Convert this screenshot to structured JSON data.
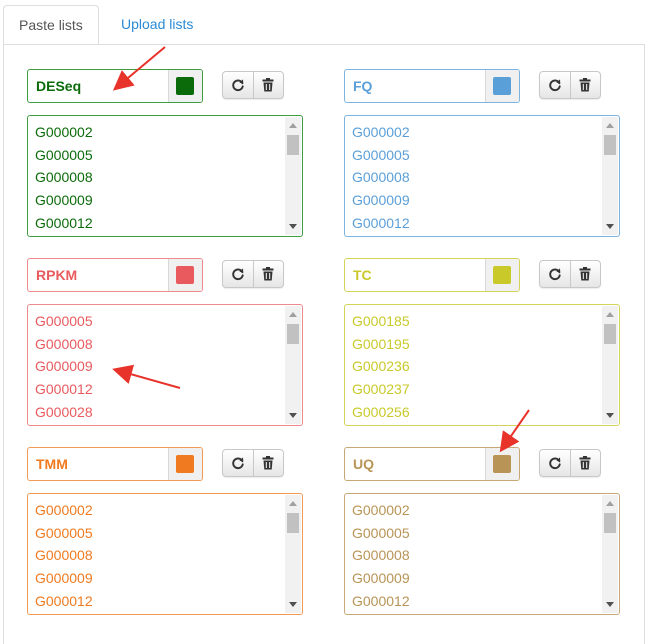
{
  "tabs": [
    {
      "label": "Paste lists",
      "active": true
    },
    {
      "label": "Upload lists",
      "active": false
    }
  ],
  "buttons": {
    "refresh_icon": "refresh-icon",
    "trash_icon": "trash-icon"
  },
  "lists": [
    {
      "name": "DESeq",
      "color": "#0b6b0b",
      "border": "#3f9c3f",
      "genes": [
        "G000002",
        "G000005",
        "G000008",
        "G000009",
        "G000012"
      ]
    },
    {
      "name": "FQ",
      "color": "#5b9fd8",
      "border": "#7db3e0",
      "genes": [
        "G000002",
        "G000005",
        "G000008",
        "G000009",
        "G000012"
      ]
    },
    {
      "name": "RPKM",
      "color": "#e85a5e",
      "border": "#ee8a8c",
      "genes": [
        "G000005",
        "G000008",
        "G000009",
        "G000012",
        "G000028"
      ]
    },
    {
      "name": "TC",
      "color": "#c9c92a",
      "border": "#d4d45a",
      "genes": [
        "G000185",
        "G000195",
        "G000236",
        "G000237",
        "G000256"
      ]
    },
    {
      "name": "TMM",
      "color": "#f07a1f",
      "border": "#f29a55",
      "genes": [
        "G000002",
        "G000005",
        "G000008",
        "G000009",
        "G000012"
      ]
    },
    {
      "name": "UQ",
      "color": "#b89456",
      "border": "#c9a878",
      "genes": [
        "G000002",
        "G000005",
        "G000008",
        "G000009",
        "G000012"
      ]
    }
  ],
  "annotation_color": "#e8332a"
}
